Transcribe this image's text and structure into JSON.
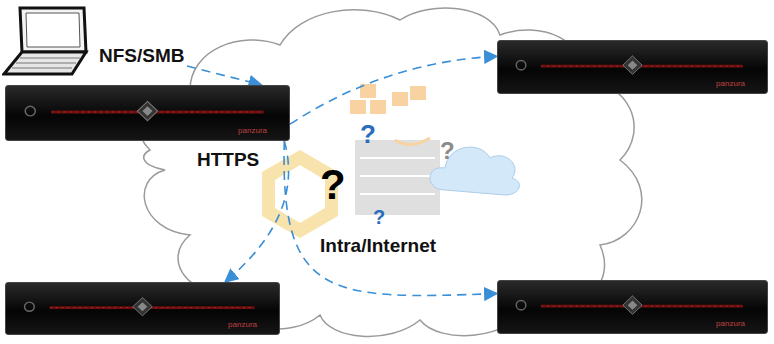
{
  "diagram": {
    "nodes": [
      {
        "text": [
          "NFS/SMB"
        ]
      },
      {
        "text": [
          "panzura"
        ]
      },
      {
        "text": [
          "panzura"
        ]
      },
      {
        "text": [
          "panzura"
        ]
      },
      {
        "text": [
          "panzura"
        ]
      }
    ],
    "edges": [
      {
        "from": 0,
        "to": 1,
        "arrow": "to"
      },
      {
        "from": 1,
        "to": 2,
        "arrow": "to"
      },
      {
        "from": 1,
        "to": 3,
        "arrow": "to"
      },
      {
        "from": 1,
        "to": 4,
        "arrow": "to"
      }
    ],
    "labels": [
      "HTTPS",
      "Intra/Internet",
      "?",
      "?",
      "?",
      "?"
    ]
  }
}
